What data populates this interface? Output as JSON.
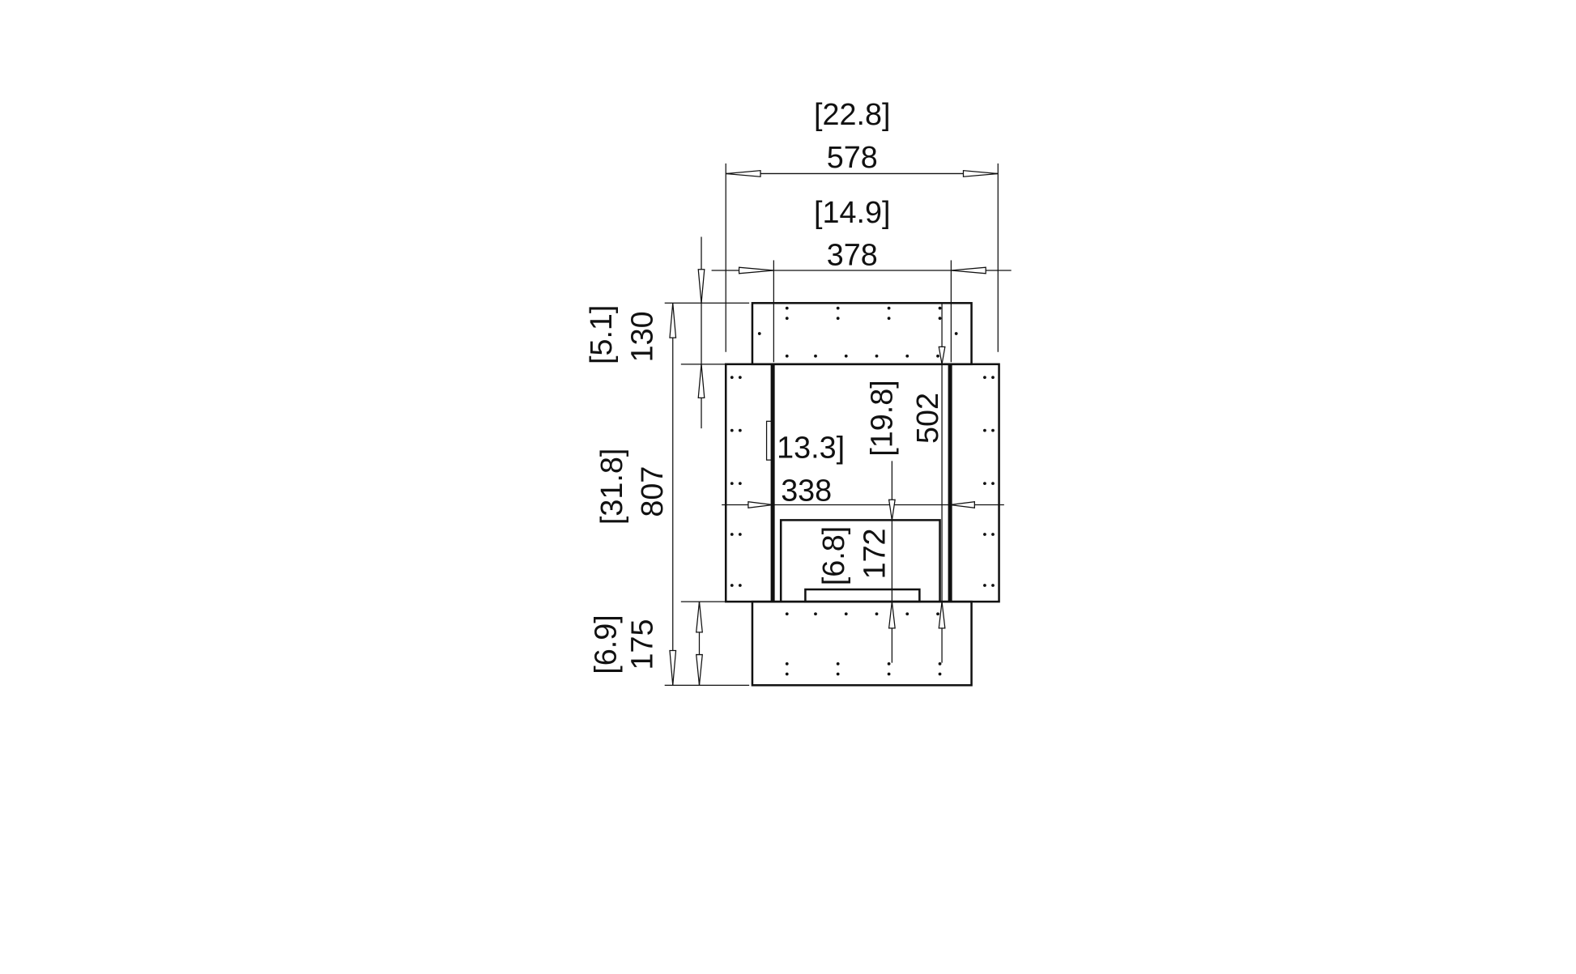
{
  "dimensions": {
    "overall_width": {
      "inches": "22.8",
      "mm": "578"
    },
    "opening_top_width": {
      "inches": "14.9",
      "mm": "378"
    },
    "top_height": {
      "inches": "5.1",
      "mm": "130"
    },
    "overall_height": {
      "inches": "31.8",
      "mm": "807"
    },
    "base_height": {
      "inches": "6.9",
      "mm": "175"
    },
    "inner_width": {
      "inches": "13.3",
      "mm": "338"
    },
    "inner_height": {
      "inches": "19.8",
      "mm": "502"
    },
    "firebox_height": {
      "inches": "6.8",
      "mm": "172"
    }
  }
}
